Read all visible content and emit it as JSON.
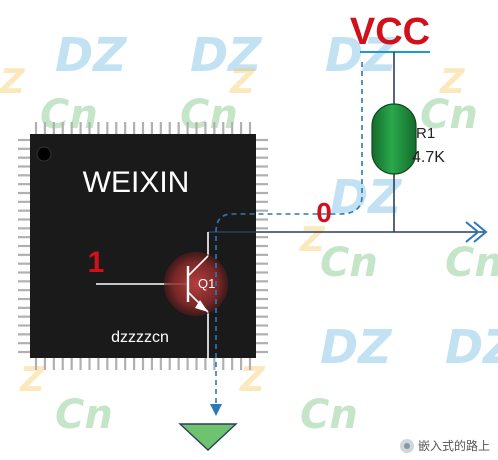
{
  "diagram": {
    "supply_label": "VCC",
    "chip_label": "WEIXIN",
    "chip_sublabel": "dzzzzcn",
    "transistor_label": "Q1",
    "resistor_name": "R1",
    "resistor_value": "4.7K",
    "input_state": "1",
    "output_state": "0"
  },
  "watermark": {
    "dz": "DZ",
    "cn": "Cn",
    "z": "Z"
  },
  "footer": {
    "text": "嵌入式的路上",
    "icon": "wechat-icon"
  },
  "colors": {
    "chip": "#1a1a1a",
    "pin": "#b0b0b0",
    "state_red": "#d0101a",
    "resistor": "#1e8a3c",
    "ground": "#6ec46e",
    "flow_arrow": "#2a7ab8",
    "transistor": "#b03030"
  }
}
